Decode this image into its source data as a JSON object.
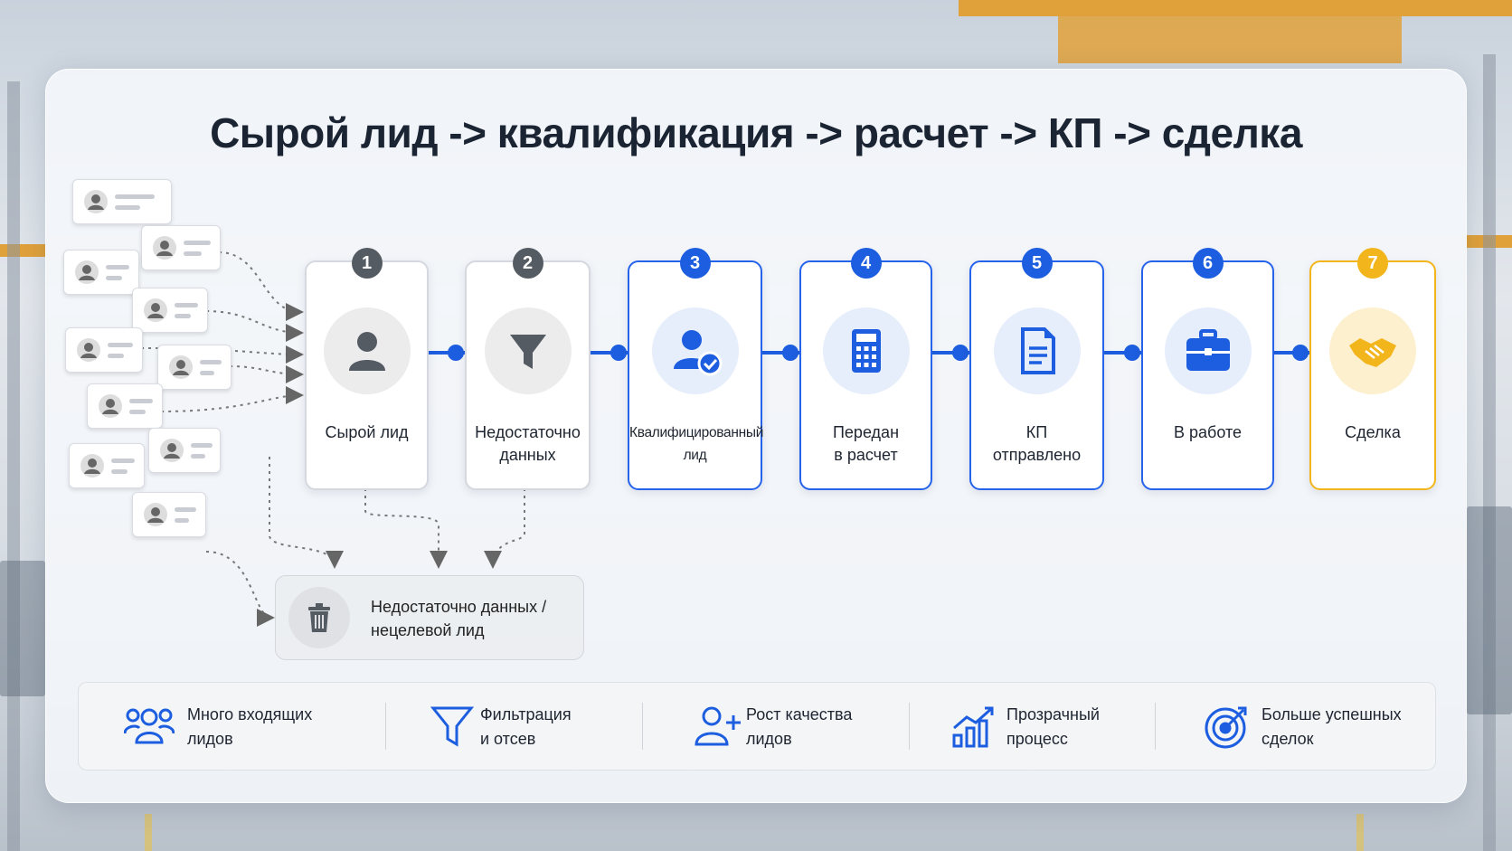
{
  "title": "Сырой лид -> квалификация -> расчет -> КП -> сделка",
  "colors": {
    "accent_blue": "#1d5ee0",
    "accent_gold": "#f2b51c",
    "neutral": "#555b63"
  },
  "stages": [
    {
      "number": "1",
      "label_line1": "Сырой лид",
      "label_line2": "",
      "icon": "person-icon",
      "style": "gray"
    },
    {
      "number": "2",
      "label_line1": "Недостаточно",
      "label_line2": "данных",
      "icon": "filter-icon",
      "style": "gray"
    },
    {
      "number": "3",
      "label_line1": "Квалифицированный",
      "label_line2": "лид",
      "icon": "person-check-icon",
      "style": "blue"
    },
    {
      "number": "4",
      "label_line1": "Передан",
      "label_line2": "в расчет",
      "icon": "calculator-icon",
      "style": "blue"
    },
    {
      "number": "5",
      "label_line1": "КП",
      "label_line2": "отправлено",
      "icon": "document-icon",
      "style": "blue"
    },
    {
      "number": "6",
      "label_line1": "В работе",
      "label_line2": "",
      "icon": "briefcase-icon",
      "style": "blue"
    },
    {
      "number": "7",
      "label_line1": "Сделка",
      "label_line2": "",
      "icon": "handshake-icon",
      "style": "gold"
    }
  ],
  "discard": {
    "line1": "Недостаточно данных /",
    "line2": "нецелевой лид",
    "icon": "trash-icon"
  },
  "benefits": [
    {
      "line1": "Много входящих",
      "line2": "лидов",
      "icon": "users-icon"
    },
    {
      "line1": "Фильтрация",
      "line2": "и отсев",
      "icon": "filter-icon"
    },
    {
      "line1": "Рост качества",
      "line2": "лидов",
      "icon": "user-plus-icon"
    },
    {
      "line1": "Прозрачный",
      "line2": "процесс",
      "icon": "chart-growth-icon"
    },
    {
      "line1": "Больше успешных",
      "line2": "сделок",
      "icon": "target-icon"
    }
  ]
}
